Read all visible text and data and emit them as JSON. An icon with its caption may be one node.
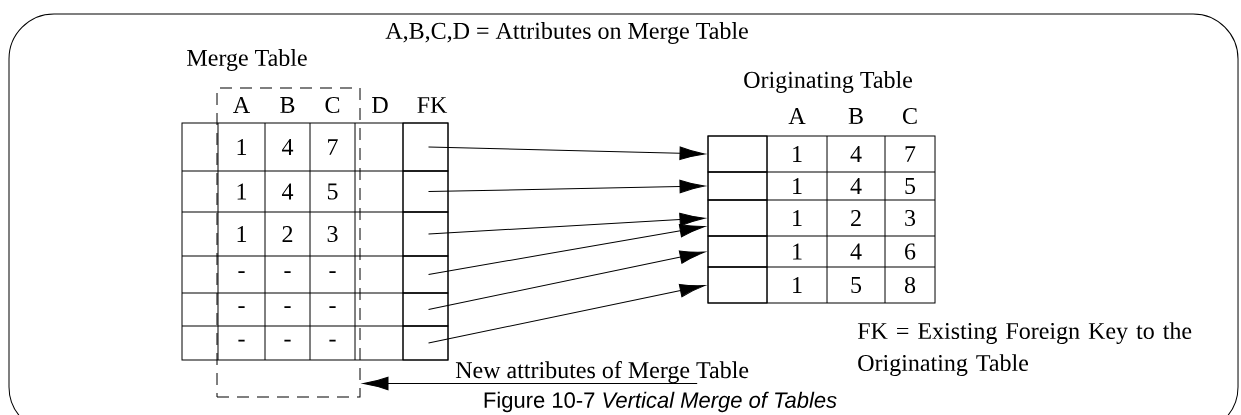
{
  "diagram": {
    "caption": "Figure 10-7 *Vertical Merge of Tables*",
    "nodes": [
      {
        "text": [
          "Merge Table"
        ]
      },
      {
        "text": [],
        "shape": "box",
        "in": 0
      },
      {
        "text": [],
        "shape": "box",
        "in": 0
      },
      {
        "text": [],
        "shape": "box",
        "in": 0
      },
      {
        "text": [],
        "shape": "box",
        "in": 0
      },
      {
        "text": [],
        "shape": "box",
        "in": 0
      },
      {
        "text": [],
        "shape": "box",
        "in": 0
      },
      {
        "text": [
          "Originating Table"
        ]
      },
      {
        "text": [],
        "shape": "box",
        "in": 7
      },
      {
        "text": [],
        "shape": "box",
        "in": 7
      },
      {
        "text": [],
        "shape": "box",
        "in": 7
      },
      {
        "text": [],
        "shape": "box",
        "in": 7
      },
      {
        "text": [],
        "shape": "box",
        "in": 7
      },
      {
        "text": [],
        "shape": "box"
      },
      {
        "text": [
          "New attributes of Merge Table"
        ]
      }
    ],
    "edges": [
      {
        "from": 1,
        "to": 8,
        "arrow": "to"
      },
      {
        "from": 2,
        "to": 9,
        "arrow": "to"
      },
      {
        "from": 3,
        "to": 10,
        "arrow": "to"
      },
      {
        "from": 4,
        "to": 10,
        "arrow": "to"
      },
      {
        "from": 5,
        "to": 11,
        "arrow": "to"
      },
      {
        "from": 6,
        "to": 12,
        "arrow": "to"
      },
      {
        "from": 14,
        "to": 13,
        "arrow": "to"
      }
    ],
    "labels": [
      "A,B,C,D = Attributes on Merge Table",
      "A",
      "B",
      "C",
      "D",
      "FK",
      "1",
      "4",
      "7",
      "1",
      "4",
      "5",
      "1",
      "2",
      "3",
      "-",
      "-",
      "-",
      "-",
      "-",
      "-",
      "-",
      "-",
      "-",
      "A",
      "B",
      "C",
      "1",
      "4",
      "7",
      "1",
      "4",
      "5",
      "1",
      "2",
      "3",
      "1",
      "4",
      "6",
      "1",
      "5",
      "8",
      "FK = Existing Foreign Key to the Originating Table"
    ]
  }
}
